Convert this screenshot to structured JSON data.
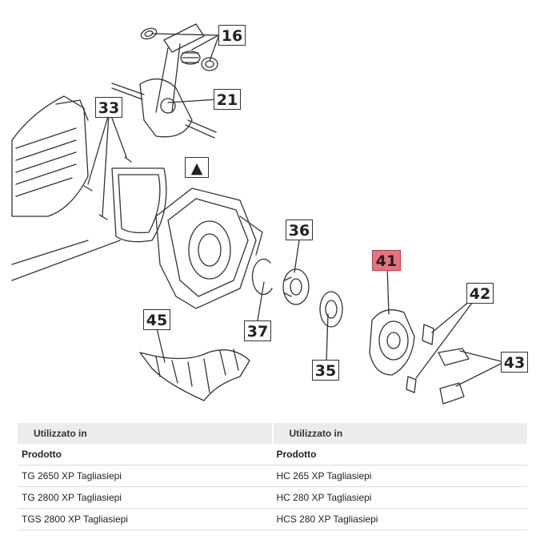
{
  "diagram": {
    "callouts": [
      {
        "id": "c16",
        "label": "16"
      },
      {
        "id": "c21",
        "label": "21"
      },
      {
        "id": "c33",
        "label": "33"
      },
      {
        "id": "ctri",
        "label": "▲"
      },
      {
        "id": "c36",
        "label": "36"
      },
      {
        "id": "c41",
        "label": "41",
        "highlighted": true
      },
      {
        "id": "c42",
        "label": "42"
      },
      {
        "id": "c45",
        "label": "45"
      },
      {
        "id": "c37",
        "label": "37"
      },
      {
        "id": "c35",
        "label": "35"
      },
      {
        "id": "c43",
        "label": "43"
      }
    ],
    "highlight_color": "#e8727e"
  },
  "table": {
    "headers": [
      "Utilizzato in",
      "Utilizzato in"
    ],
    "subheaders": [
      "Prodotto",
      "Prodotto"
    ],
    "rows": [
      [
        "TG 2650 XP Tagliasiepi",
        "HC 265 XP Tagliasiepi"
      ],
      [
        "TG 2800 XP Tagliasiepi",
        "HC 280 XP Tagliasiepi"
      ],
      [
        "TGS 2800 XP Tagliasiepi",
        "HCS 280 XP Tagliasiepi"
      ]
    ]
  }
}
